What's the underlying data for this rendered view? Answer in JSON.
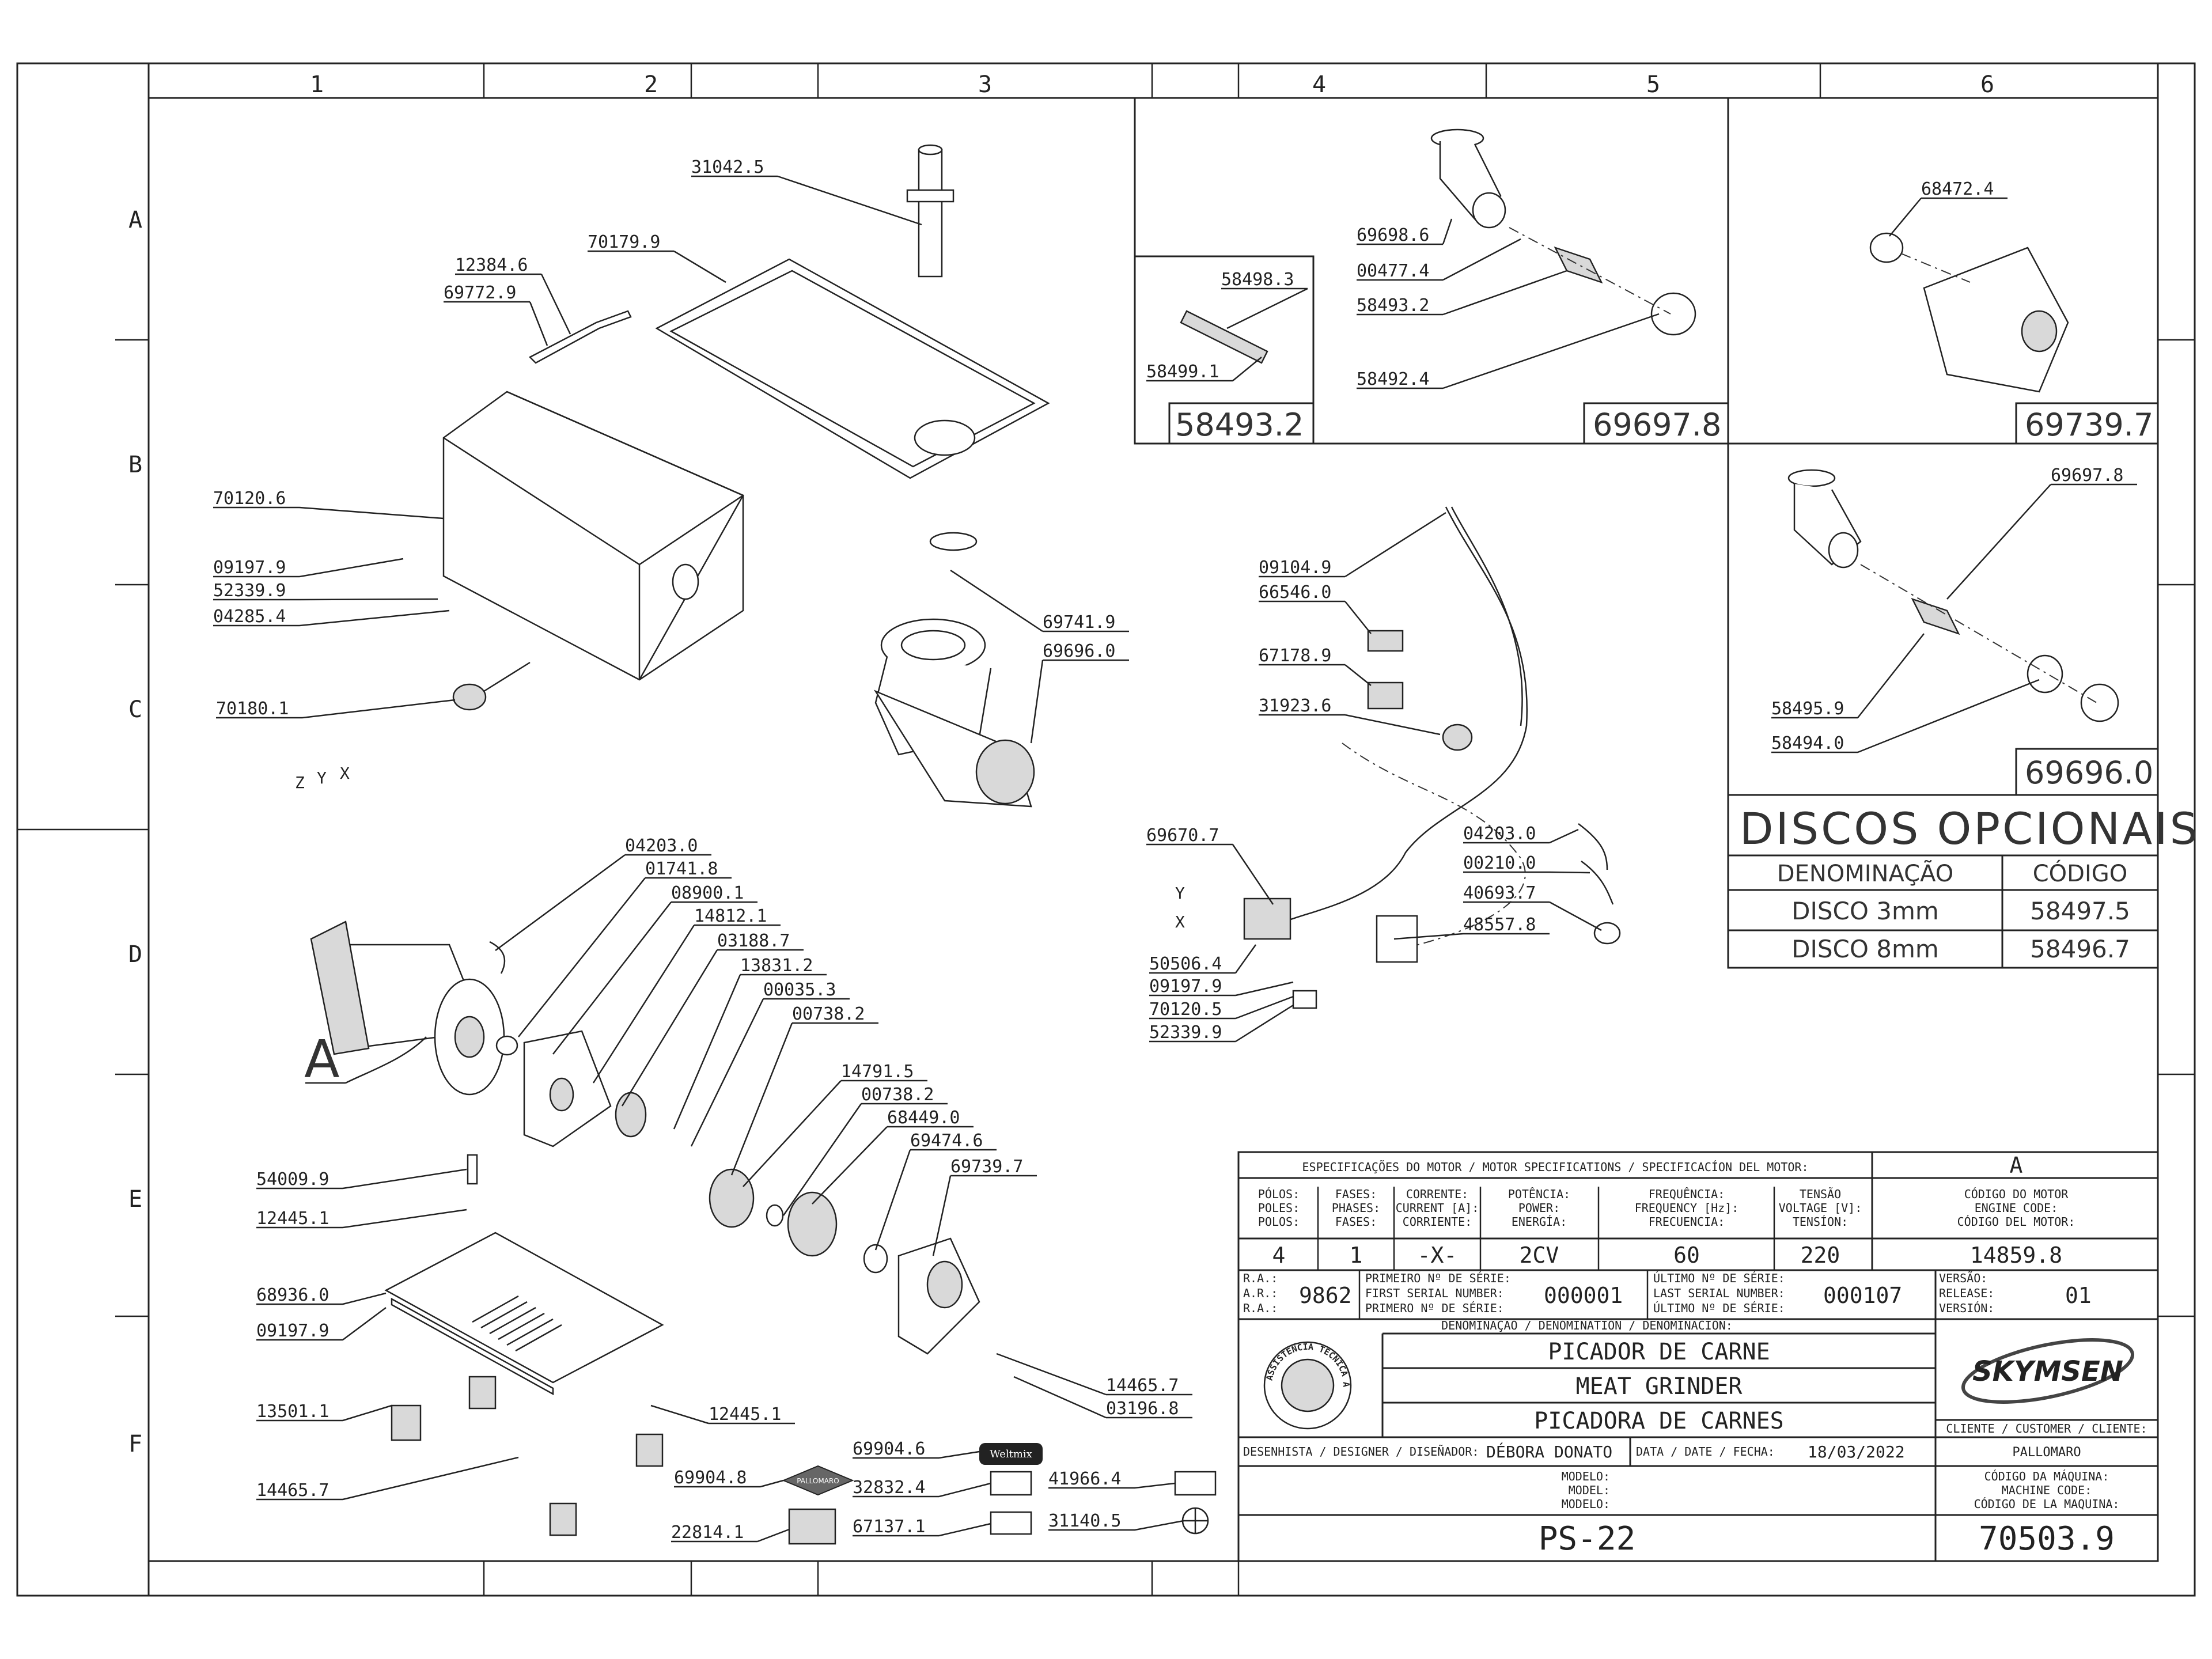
{
  "grid": {
    "columns": [
      "1",
      "2",
      "3",
      "4",
      "5",
      "6"
    ],
    "rows": [
      "A",
      "B",
      "C",
      "D",
      "E",
      "F"
    ]
  },
  "callouts": [
    {
      "id": "31042.5"
    },
    {
      "id": "70179.9"
    },
    {
      "id": "12384.6"
    },
    {
      "id": "69772.9"
    },
    {
      "id": "70120.6"
    },
    {
      "id": "09197.9"
    },
    {
      "id": "52339.9"
    },
    {
      "id": "04285.4"
    },
    {
      "id": "70180.1"
    },
    {
      "id": "69741.9"
    },
    {
      "id": "69696.0"
    },
    {
      "id": "04203.0"
    },
    {
      "id": "01741.8"
    },
    {
      "id": "08900.1"
    },
    {
      "id": "14812.1"
    },
    {
      "id": "03188.7"
    },
    {
      "id": "13831.2"
    },
    {
      "id": "00035.3"
    },
    {
      "id": "00738.2"
    },
    {
      "id": "14791.5"
    },
    {
      "id": "00738.2"
    },
    {
      "id": "68449.0"
    },
    {
      "id": "69474.6"
    },
    {
      "id": "69739.7"
    },
    {
      "id": "54009.9"
    },
    {
      "id": "12445.1"
    },
    {
      "id": "68936.0"
    },
    {
      "id": "09197.9"
    },
    {
      "id": "13501.1"
    },
    {
      "id": "12445.1"
    },
    {
      "id": "14465.7"
    },
    {
      "id": "14465.7"
    },
    {
      "id": "03196.8"
    },
    {
      "id": "69904.6"
    },
    {
      "id": "69904.8"
    },
    {
      "id": "32832.4"
    },
    {
      "id": "41966.4"
    },
    {
      "id": "22814.1"
    },
    {
      "id": "67137.1"
    },
    {
      "id": "31140.5"
    },
    {
      "id": "58498.3"
    },
    {
      "id": "58499.1"
    },
    {
      "id": "69698.6"
    },
    {
      "id": "00477.4"
    },
    {
      "id": "58493.2"
    },
    {
      "id": "58492.4"
    },
    {
      "id": "68472.4"
    },
    {
      "id": "69697.8"
    },
    {
      "id": "58495.9"
    },
    {
      "id": "58494.0"
    },
    {
      "id": "09104.9"
    },
    {
      "id": "66546.0"
    },
    {
      "id": "67178.9"
    },
    {
      "id": "31923.6"
    },
    {
      "id": "69670.7"
    },
    {
      "id": "04203.0"
    },
    {
      "id": "00210.0"
    },
    {
      "id": "40693.7"
    },
    {
      "id": "48557.8"
    },
    {
      "id": "50506.4"
    },
    {
      "id": "09197.9"
    },
    {
      "id": "70120.5"
    },
    {
      "id": "52339.9"
    }
  ],
  "wire_labels": {
    "z": "Z",
    "y": "Y",
    "x": "X",
    "y2": "Y",
    "x2": "X"
  },
  "motor_detail_letter": "A",
  "logos": {
    "small1": "Weltmix",
    "small2": "PALLOMARO"
  },
  "box_codes": {
    "b1": "58493.2",
    "b2": "69697.8",
    "b3": "69739.7",
    "b4": "69696.0"
  },
  "discos": {
    "title": "DISCOS OPCIONAIS",
    "headers": [
      "DENOMINAÇÃO",
      "CÓDIGO"
    ],
    "rows": [
      [
        "DISCO 3mm",
        "58497.5"
      ],
      [
        "DISCO 8mm",
        "58496.7"
      ]
    ]
  },
  "title_block": {
    "motor_spec_title": "ESPECIFICAÇÕES DO MOTOR / MOTOR SPECIFICATIONS / SPECIFICACÍON DEL MOTOR:",
    "version_letter": "A",
    "spec_headers": [
      [
        "PÓLOS:",
        "POLES:",
        "POLOS:"
      ],
      [
        "FASES:",
        "PHASES:",
        "FASES:"
      ],
      [
        "CORRENTE:",
        "CURRENT [A]:",
        "CORRIENTE:"
      ],
      [
        "POTÊNCIA:",
        "POWER:",
        "ENERGÍA:"
      ],
      [
        "FREQUÊNCIA:",
        "FREQUENCY [Hz]:",
        "FRECUENCIA:"
      ],
      [
        "TENSÃO",
        "VOLTAGE [V]:",
        "TENSÍON:"
      ]
    ],
    "motor_code_header": [
      "CÓDIGO DO MOTOR",
      "ENGINE CODE:",
      "CÓDIGO DEL MOTOR:"
    ],
    "spec_values": [
      "4",
      "1",
      "-X-",
      "2CV",
      "60",
      "220"
    ],
    "motor_code": "14859.8",
    "ra_labels": [
      "R.A.:",
      "A.R.:",
      "R.A.:"
    ],
    "ra_value": "9862",
    "first_serial_labels": [
      "PRIMEIRO Nº DE SÉRIE:",
      "FIRST SERIAL NUMBER:",
      "PRIMERO Nº DE SÉRIE:"
    ],
    "first_serial": "000001",
    "last_serial_labels": [
      "ÚLTIMO Nº DE SÉRIE:",
      "LAST SERIAL NUMBER:",
      "ÚLTIMO Nº DE SÉRIE:"
    ],
    "last_serial": "000107",
    "version_labels": [
      "VERSÃO:",
      "RELEASE:",
      "VERSIÓN:"
    ],
    "version": "01",
    "denomination_label": "DENOMINAÇÃO / DENOMINATION / DENOMINACIÓN:",
    "names": [
      "PICADOR DE CARNE",
      "MEAT GRINDER",
      "PICADORA DE CARNES"
    ],
    "seal_text": "ASSISTÊNCIA TÉCNICA AUTORIZADA",
    "brand": "SKYMSEN",
    "client_label": "CLIENTE / CUSTOMER / CLIENTE:",
    "client": "PALLOMARO",
    "designer_label": "DESENHISTA / DESIGNER / DISEÑADOR:",
    "designer": "DÉBORA DONATO",
    "date_label": "DATA / DATE / FECHA:",
    "date": "18/03/2022",
    "model_labels": [
      "MODELO:",
      "MODEL:",
      "MODELO:"
    ],
    "machine_code_labels": [
      "CÓDIGO DA MÁQUINA:",
      "MACHINE CODE:",
      "CÓDIGO DE LA MAQUINA:"
    ],
    "model": "PS-22",
    "machine_code": "70503.9"
  }
}
